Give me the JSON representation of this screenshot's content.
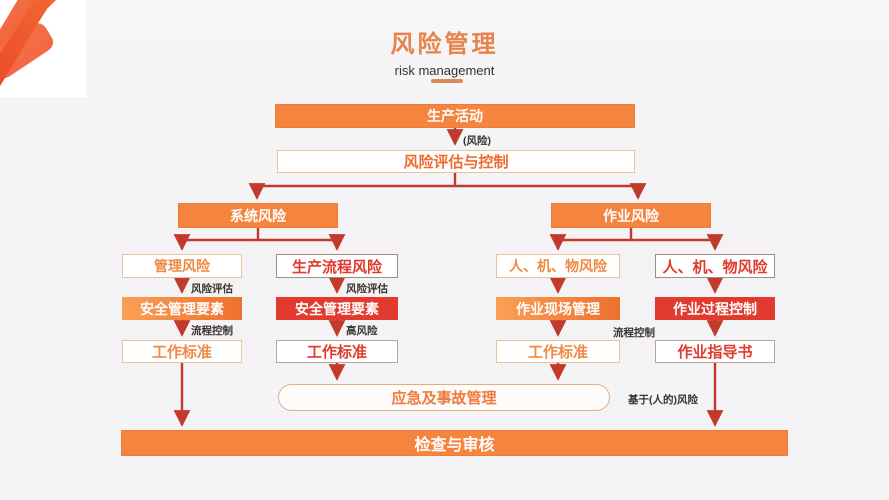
{
  "slide": {
    "title": "风险管理",
    "subtitle": "risk management"
  },
  "flow": {
    "production": "生产活动",
    "risk_note": "(风险)",
    "assessment": "风险评估与控制",
    "branch_left": "系统风险",
    "branch_right": "作业风险",
    "columns": [
      {
        "risk": "管理风险",
        "arrow_label_top": "风险评估",
        "control": "安全管理要素",
        "arrow_label_bottom": "流程控制",
        "standard": "工作标准"
      },
      {
        "risk": "生产流程风险",
        "arrow_label_top": "风险评估",
        "control": "安全管理要素",
        "arrow_label_bottom": "高风险",
        "standard": "工作标准"
      },
      {
        "risk": "人、机、物风险",
        "control": "作业现场管理",
        "arrow_label_bottom": "流程控制",
        "standard": "工作标准"
      },
      {
        "risk": "人、机、物风险",
        "control": "作业过程控制",
        "standard": "作业指导书"
      }
    ],
    "emergency": "应急及事故管理",
    "human_risk_note": "基于(人的)风险",
    "audit": "检查与审核"
  },
  "colors": {
    "accent_orange": "#f5843f",
    "accent_red": "#e23a2e",
    "arrow_red": "#c23a2b",
    "title_orange": "#e8834b"
  }
}
